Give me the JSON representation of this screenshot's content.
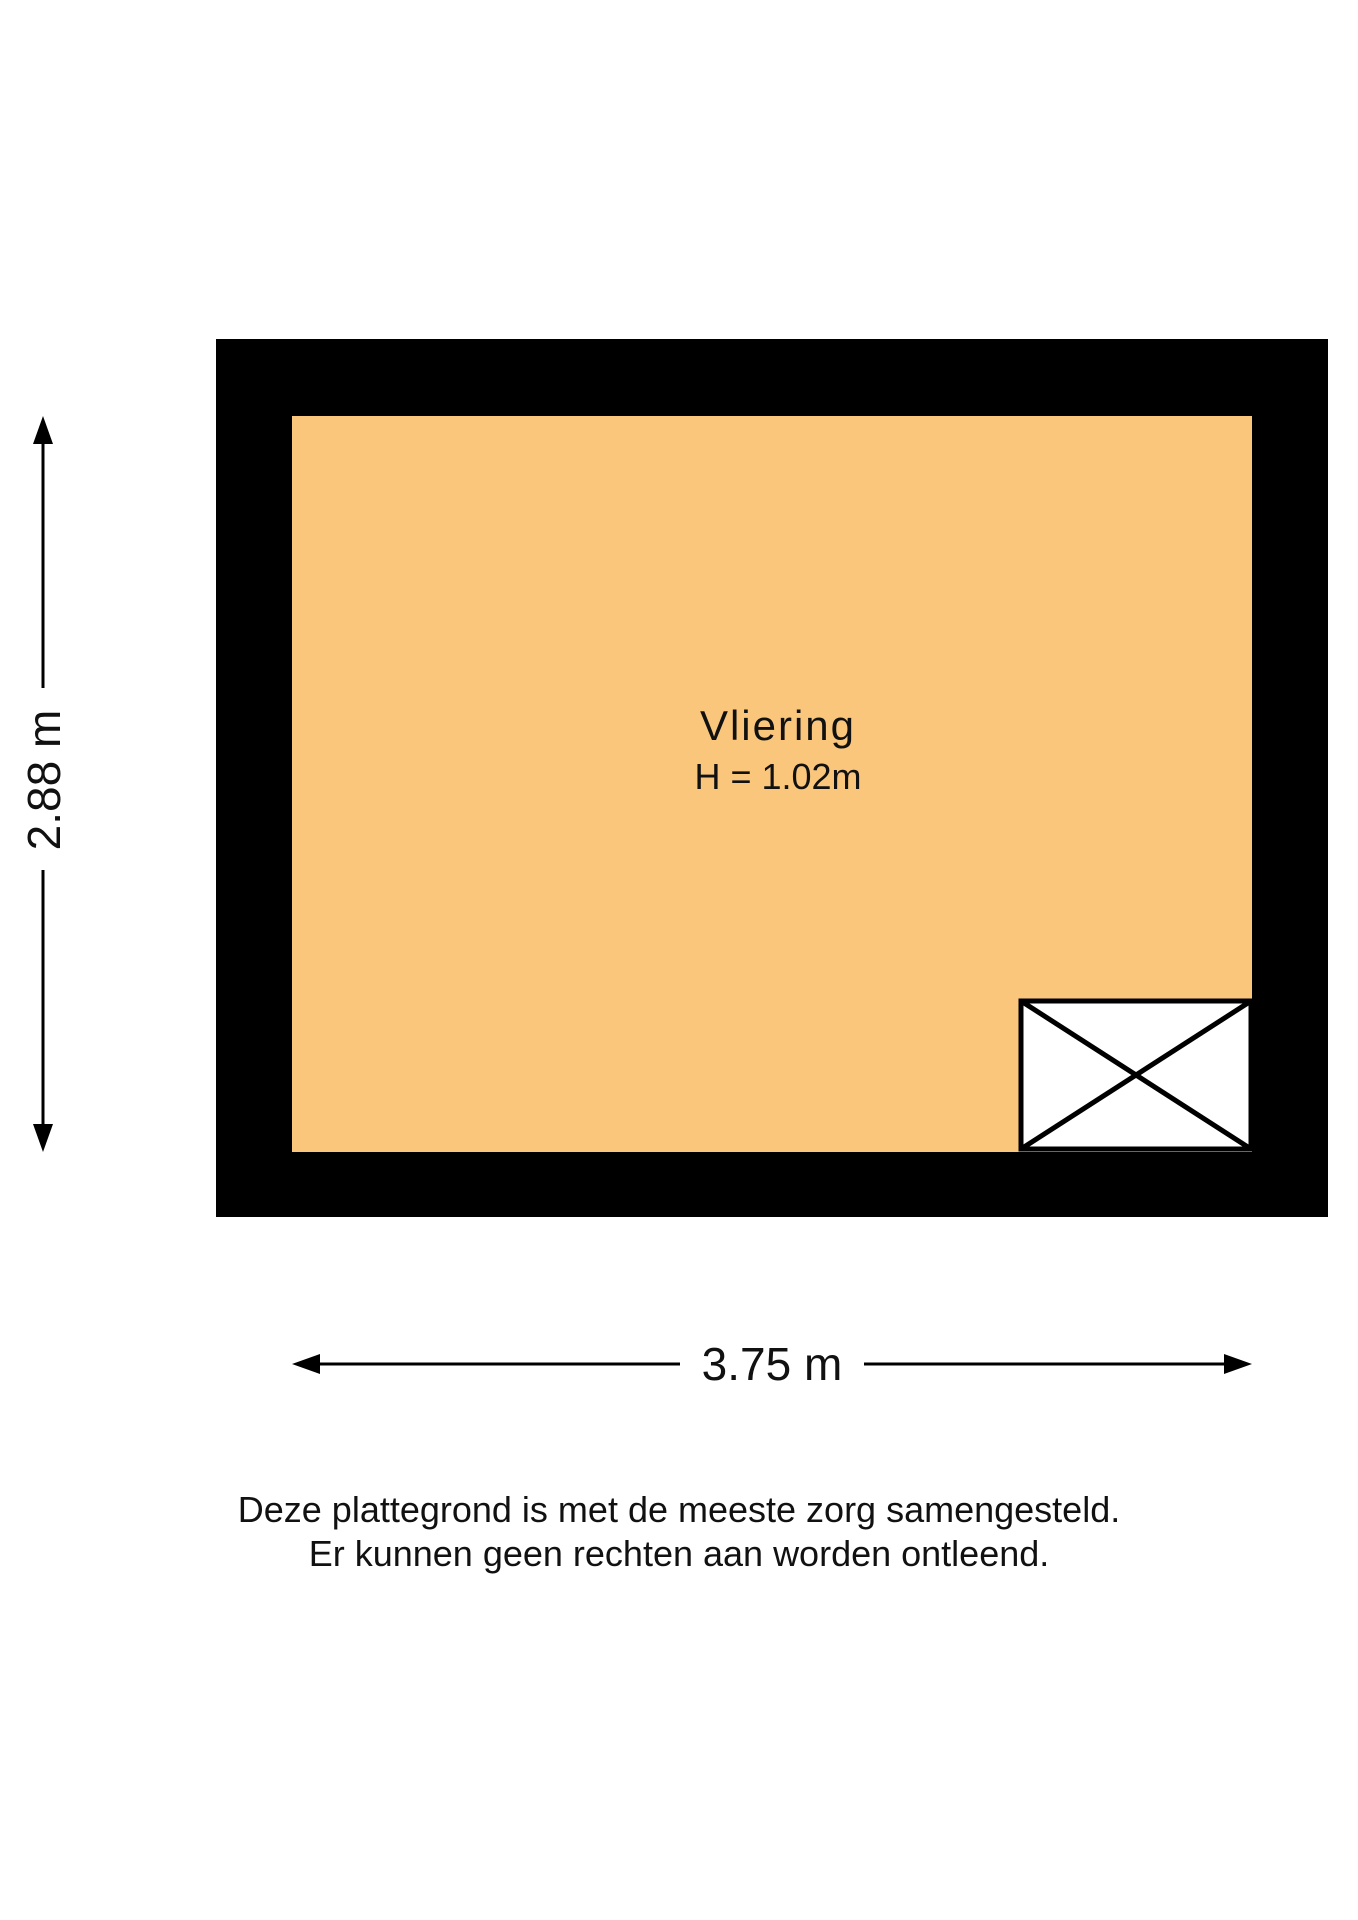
{
  "colors": {
    "wall": "#000000",
    "floor": "#fac67c",
    "hatch_fill": "#ffffff",
    "text": "#111111",
    "background": "#ffffff"
  },
  "room": {
    "name": "Vliering",
    "height_label": "H = 1.02m"
  },
  "dimensions": {
    "width_label": "3.75 m",
    "depth_label": "2.88 m"
  },
  "symbols": {
    "hatch": "stair-opening-cross-icon"
  },
  "disclaimer": {
    "line1": "Deze plattegrond is met de meeste zorg samengesteld.",
    "line2": "Er kunnen geen rechten aan worden ontleend."
  }
}
